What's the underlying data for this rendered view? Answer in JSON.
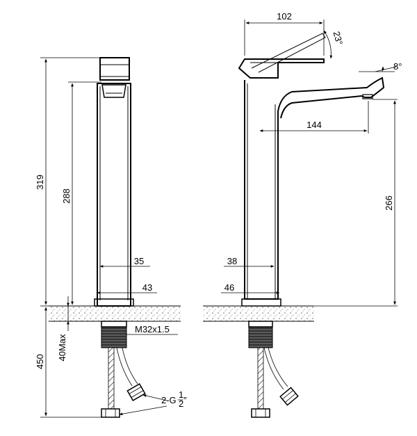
{
  "dimensions": {
    "height_total": "319",
    "height_spout_front": "288",
    "body_width_front": "35",
    "base_width_front": "43",
    "below_counter_total": "450",
    "counter_thickness_max": "40Max",
    "thread_spec": "M32x1.5",
    "hose_connection_prefix": "2-G",
    "hose_connection_num": "1",
    "hose_connection_den": "2",
    "hose_connection_suffix": "″",
    "lever_width": "102",
    "lever_angle": "23°",
    "spout_angle": "8°",
    "spout_reach": "144",
    "spout_height_side": "266",
    "body_width_side": "38",
    "base_width_side": "46"
  }
}
